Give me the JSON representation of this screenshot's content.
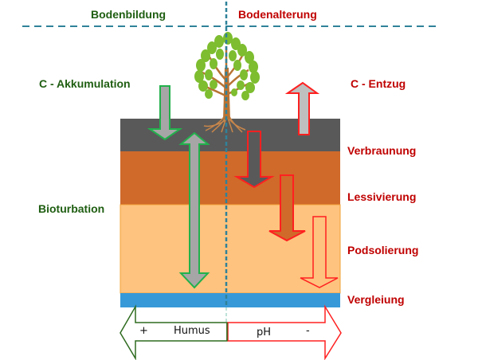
{
  "header": {
    "left_title": "Bodenbildung",
    "right_title": "Bodenalterung"
  },
  "left_labels": {
    "carbon": "C - Akkumulation",
    "bioturbation": "Bioturbation"
  },
  "right_labels": {
    "carbon": "C - Entzug",
    "processes": [
      "Verbraunung",
      "Lessivierung",
      "Podsolierung",
      "Vergleiung"
    ]
  },
  "bottom_arrow": {
    "plus": "+",
    "humus": "Humus",
    "ph": "pH",
    "minus": "-"
  },
  "colors": {
    "green_text": "#1f5e12",
    "red_text": "#c00000",
    "green_outline": "#22b14c",
    "red_outline": "#ff2020",
    "dark_green_outline": "#2e6b1f",
    "dashed_line": "#2f8299",
    "layer_humus": "#595959",
    "layer_brown": "#d06a2a",
    "layer_tan": "#fec37e",
    "layer_water": "#3899d8",
    "arrow_gray": "#a6a6a6",
    "leaf": "#7dbd2f",
    "trunk": "#b87333"
  },
  "layers": [
    "humus-layer",
    "verbraunung-layer",
    "podsol-layer",
    "gley-layer"
  ]
}
